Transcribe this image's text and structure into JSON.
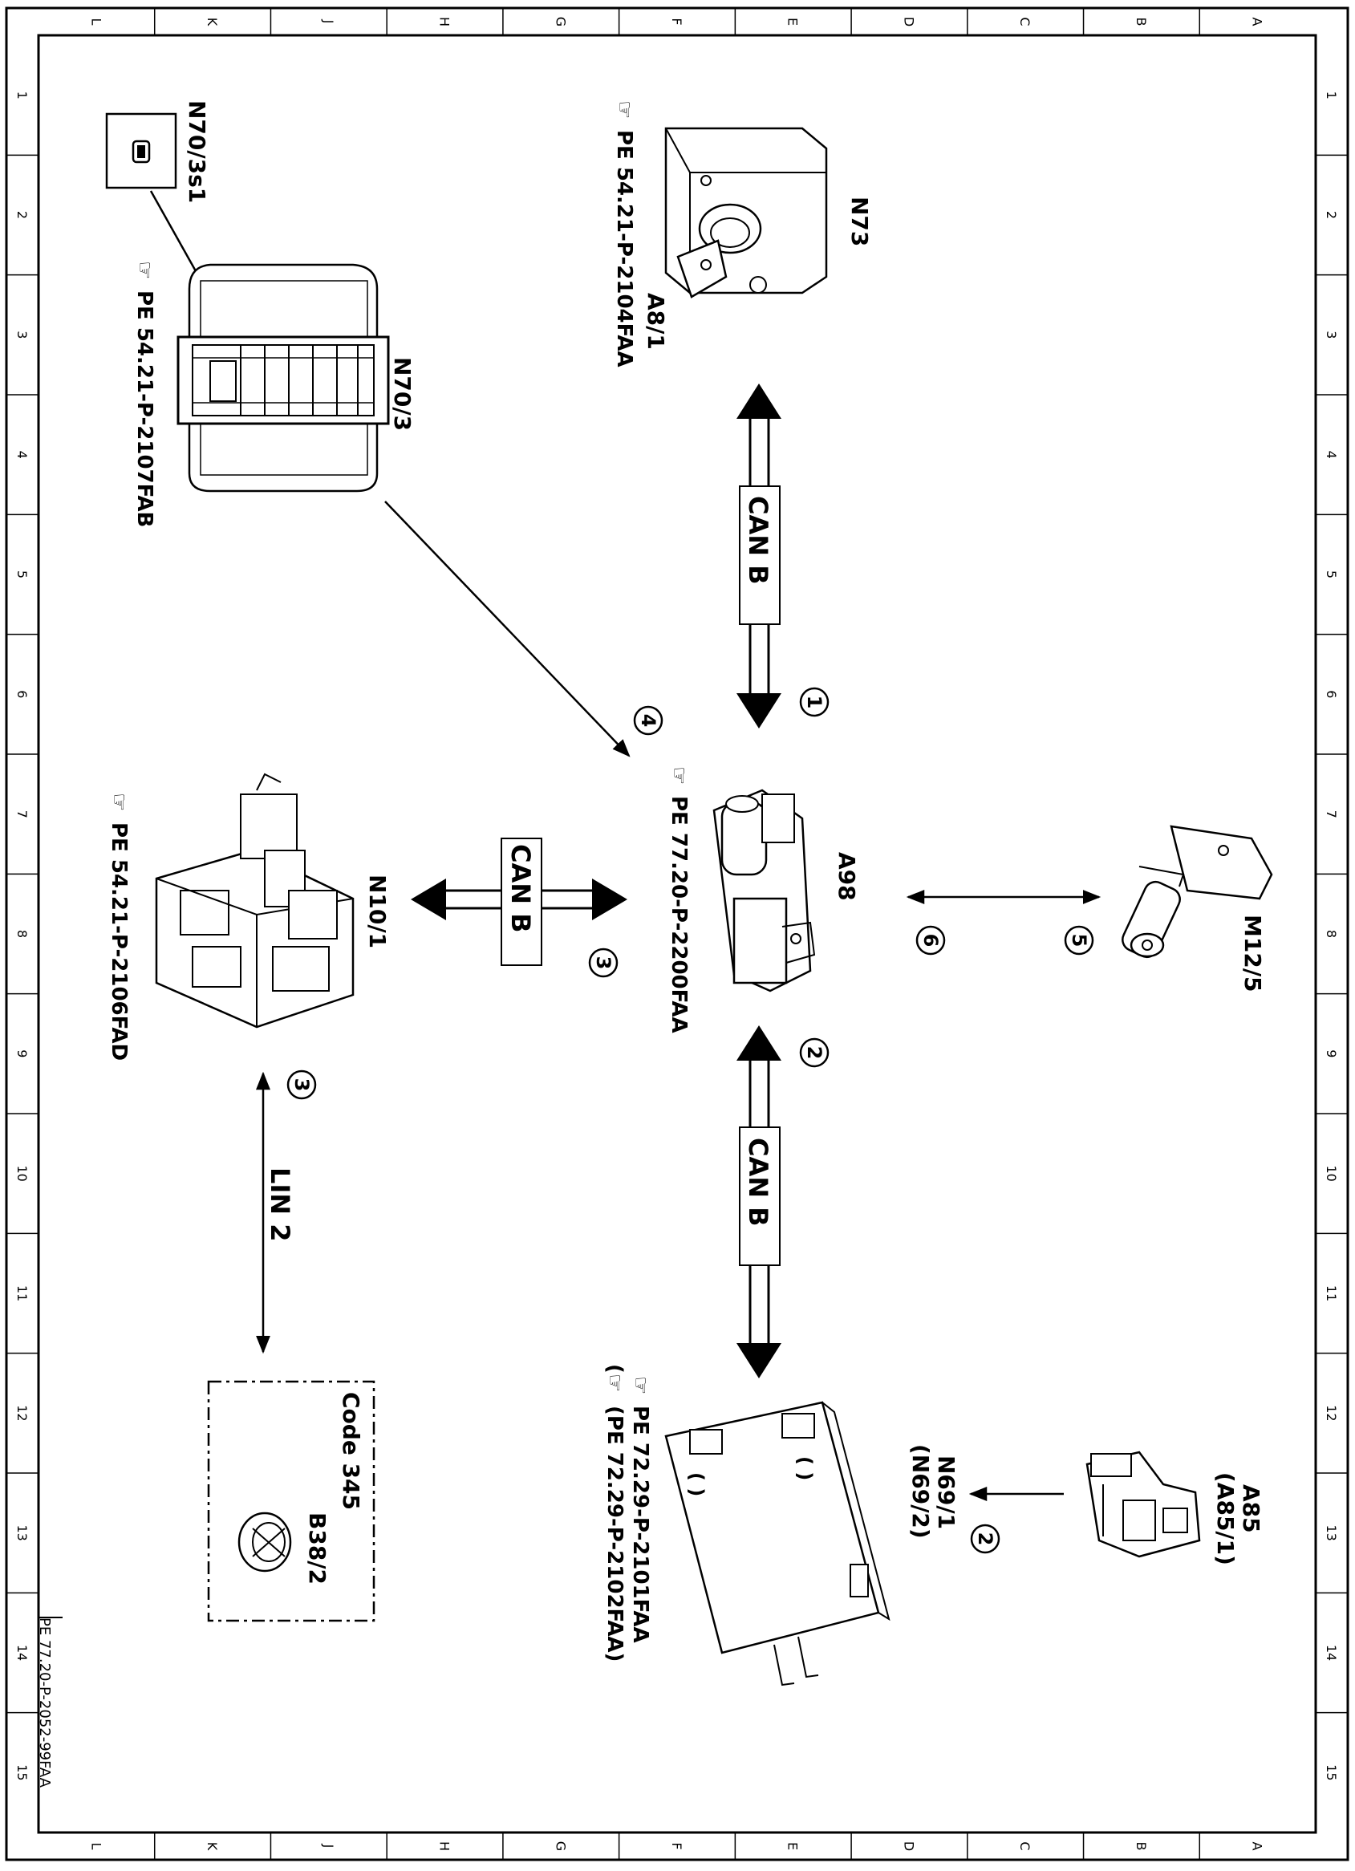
{
  "document_id": "PE 77.20-P-2052-99FAA",
  "frame": {
    "columns": [
      "L",
      "K",
      "J",
      "H",
      "G",
      "F",
      "E",
      "D",
      "C",
      "B",
      "A"
    ],
    "rows": [
      "1",
      "2",
      "3",
      "4",
      "5",
      "6",
      "7",
      "8",
      "9",
      "10",
      "11",
      "12",
      "13",
      "14",
      "15"
    ]
  },
  "components": {
    "n70_3s1": {
      "label": "N70/3s1"
    },
    "n70_3": {
      "label": "N70/3",
      "ref": "PE 54.21-P-2107FAB"
    },
    "n73": {
      "label": "N73",
      "label2": "A8/1",
      "ref": "PE 54.21-P-2104FAA"
    },
    "a98": {
      "label": "A98",
      "ref": "PE 77.20-P-2200FAA"
    },
    "m12_5": {
      "label": "M12/5"
    },
    "n10_1": {
      "label": "N10/1",
      "ref": "PE 54.21-P-2106FAD"
    },
    "n69_1": {
      "label": "N69/1",
      "label2": "(N69/2)",
      "ref": "PE 72.29-P-2101FAA",
      "ref2": "(PE 72.29-P-2102FAA)"
    },
    "a85": {
      "label": "A85",
      "label2": "(A85/1)"
    },
    "b38_2": {
      "label": "B38/2",
      "code": "Code 345"
    }
  },
  "connections": {
    "can_b_top": {
      "bus": "CAN B",
      "number": "1"
    },
    "can_b_bottom": {
      "bus": "CAN B",
      "number": "2"
    },
    "can_b_left": {
      "bus": "CAN B",
      "number": "3"
    },
    "lin_2": {
      "bus": "LIN 2",
      "number": "3"
    },
    "switch_signal": {
      "number": "4"
    },
    "a98_m12_5": {
      "number_a98": "6",
      "number_m12_5": "5"
    },
    "a85_n69_1": {
      "number": "2"
    }
  }
}
